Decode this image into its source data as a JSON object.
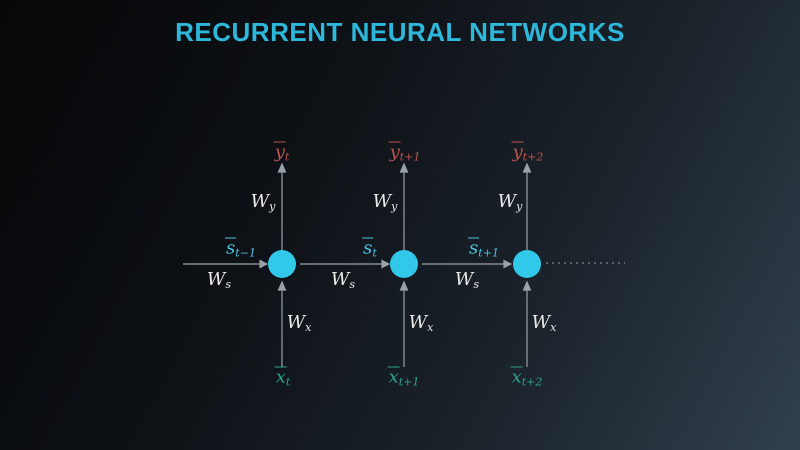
{
  "title": "RECURRENT NEURAL NETWORKS",
  "colors": {
    "title_cyan": "#2db7da",
    "node_cyan": "#31c8e9",
    "output_red": "#bd5350",
    "input_teal": "#2fa18f",
    "state_cyan": "#49c4de",
    "weight_white": "#e8eaea",
    "arrow_gray": "#98a2a8",
    "background_start": "#060708",
    "background_end": "#31404c"
  },
  "diagram": {
    "units": [
      {
        "output": {
          "base": "y",
          "sub": "t"
        },
        "input": {
          "base": "x",
          "sub": "t"
        },
        "state_in": {
          "base": "s",
          "sub": "t−1"
        },
        "wy": {
          "base": "W",
          "sub": "y"
        },
        "wx": {
          "base": "W",
          "sub": "x"
        },
        "ws": {
          "base": "W",
          "sub": "s"
        }
      },
      {
        "output": {
          "base": "y",
          "sub": "t+1"
        },
        "input": {
          "base": "x",
          "sub": "t+1"
        },
        "state_in": {
          "base": "s",
          "sub": "t"
        },
        "wy": {
          "base": "W",
          "sub": "y"
        },
        "wx": {
          "base": "W",
          "sub": "x"
        },
        "ws": {
          "base": "W",
          "sub": "s"
        }
      },
      {
        "output": {
          "base": "y",
          "sub": "t+2"
        },
        "input": {
          "base": "x",
          "sub": "t+2"
        },
        "state_in": {
          "base": "s",
          "sub": "t+1"
        },
        "wy": {
          "base": "W",
          "sub": "y"
        },
        "wx": {
          "base": "W",
          "sub": "x"
        },
        "ws": {
          "base": "W",
          "sub": "s"
        }
      }
    ]
  }
}
